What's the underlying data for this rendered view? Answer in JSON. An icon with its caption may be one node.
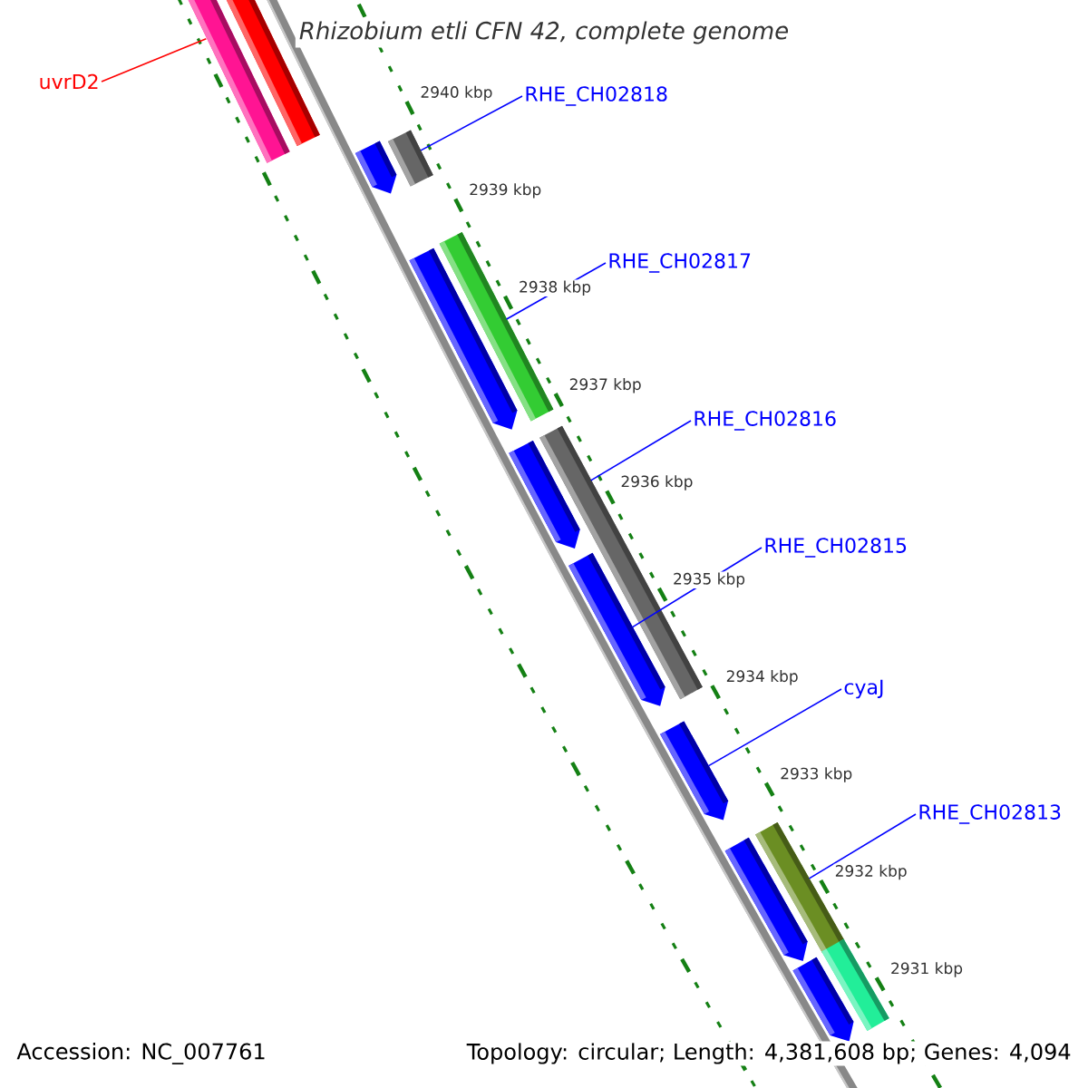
{
  "diagram": {
    "title": "Rhizobium etli CFN 42, complete genome",
    "nodes": [
      {
        "text": [
          "uvrD2"
        ]
      },
      {
        "text": [
          "RHE_CH02818"
        ]
      },
      {
        "text": [
          "RHE_CH02817"
        ]
      },
      {
        "text": [
          "RHE_CH02816"
        ]
      },
      {
        "text": [
          "RHE_CH02815"
        ]
      },
      {
        "text": [
          "cyaJ"
        ]
      },
      {
        "text": [
          "RHE_CH02813"
        ]
      },
      {
        "text": [],
        "shape": "bar"
      },
      {
        "text": [],
        "shape": "bar"
      },
      {
        "text": [],
        "shape": "bar"
      },
      {
        "text": [],
        "shape": "pentagon"
      },
      {
        "text": [],
        "shape": "bar"
      },
      {
        "text": [],
        "shape": "pentagon"
      },
      {
        "text": [],
        "shape": "bar"
      },
      {
        "text": [],
        "shape": "pentagon"
      },
      {
        "text": [],
        "shape": "pentagon"
      },
      {
        "text": [],
        "shape": "pentagon"
      },
      {
        "text": [],
        "shape": "bar"
      },
      {
        "text": [],
        "shape": "pentagon"
      },
      {
        "text": [],
        "shape": "bar"
      },
      {
        "text": [],
        "shape": "pentagon"
      }
    ],
    "edges": [
      {
        "from": 0,
        "to": 7,
        "arrow": "none",
        "color": "#ff0000"
      },
      {
        "from": 1,
        "to": 9,
        "arrow": "none"
      },
      {
        "from": 2,
        "to": 11,
        "arrow": "none"
      },
      {
        "from": 3,
        "to": 13,
        "arrow": "none"
      },
      {
        "from": 4,
        "to": 15,
        "arrow": "none"
      },
      {
        "from": 5,
        "to": 16,
        "arrow": "none"
      },
      {
        "from": 6,
        "to": 17,
        "arrow": "none"
      }
    ],
    "labels": [
      "2940 kbp",
      "2939 kbp",
      "2938 kbp",
      "2937 kbp",
      "2936 kbp",
      "2935 kbp",
      "2934 kbp",
      "2933 kbp",
      "2932 kbp",
      "2931 kbp",
      "Accession: NC_007761",
      "Topology: circular; Length: 4,381,608 bp; Genes: 4,094"
    ]
  }
}
